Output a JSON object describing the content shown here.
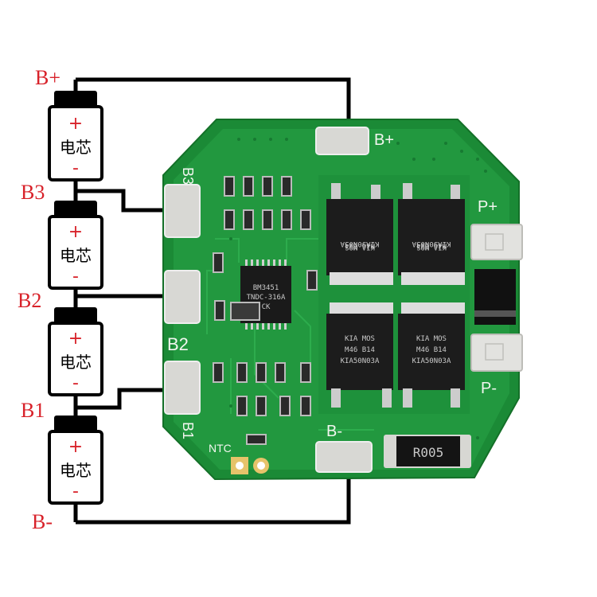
{
  "labels": {
    "b_plus": "B+",
    "b3": "B3",
    "b2": "B2",
    "b1": "B1",
    "b_minus": "B-"
  },
  "cell": {
    "text": "电芯",
    "plus": "+",
    "minus": "-"
  },
  "board": {
    "pad_b_plus": "B+",
    "pad_b3": "B3",
    "pad_b2": "B2",
    "pad_b1": "B1",
    "pad_b_minus": "B-",
    "pad_p_plus": "P+",
    "pad_p_minus": "P-",
    "ntc": "NTC",
    "resistor": "R005",
    "ic_line1": "BM3451",
    "ic_line2": "TNDC-316A",
    "ic_line3": "CK",
    "mosfet_top_line1": "KIA50N03A",
    "mosfet_top_line2": "M46    B14",
    "mosfet_top_line3": "KIA    MOS",
    "mosfet_bottom_line1": "KIA    MOS",
    "mosfet_bottom_line2": "M46    B14",
    "mosfet_bottom_line3": "KIA50N03A"
  },
  "colors": {
    "pcb": "#1f8f3a",
    "wire": "#000000",
    "label_red": "#d8222a",
    "pad": "#d2d2cf"
  }
}
